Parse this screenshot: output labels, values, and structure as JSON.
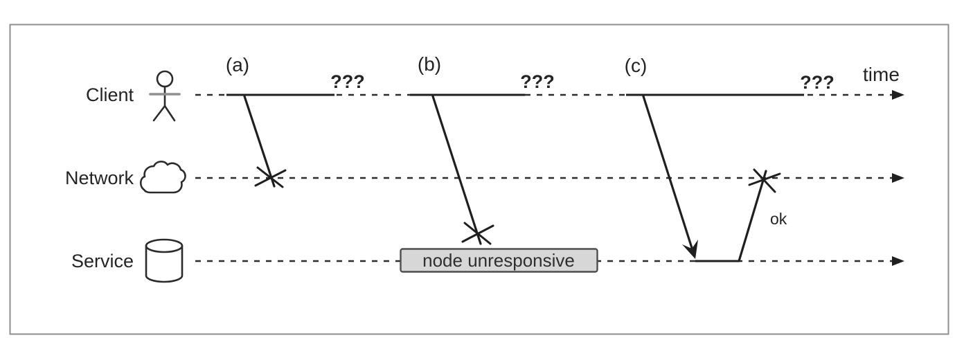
{
  "figure": {
    "time_label": "time",
    "rows": [
      {
        "label": "Client",
        "icon": "person-icon"
      },
      {
        "label": "Network",
        "icon": "cloud-icon"
      },
      {
        "label": "Service",
        "icon": "database-icon"
      }
    ],
    "scenarios": [
      {
        "label": "(a)",
        "outcome": "???"
      },
      {
        "label": "(b)",
        "outcome": "???"
      },
      {
        "label": "(c)",
        "outcome": "???"
      }
    ],
    "annotations": {
      "node_unresponsive": "node unresponsive",
      "ok": "ok"
    },
    "colors": {
      "line": "#1f1f1f",
      "box_fill": "#d7d7d7",
      "box_border": "#4d4d4d",
      "frame_border": "#8f8f8f",
      "person_arms_gray": "#8f8f8f"
    }
  }
}
